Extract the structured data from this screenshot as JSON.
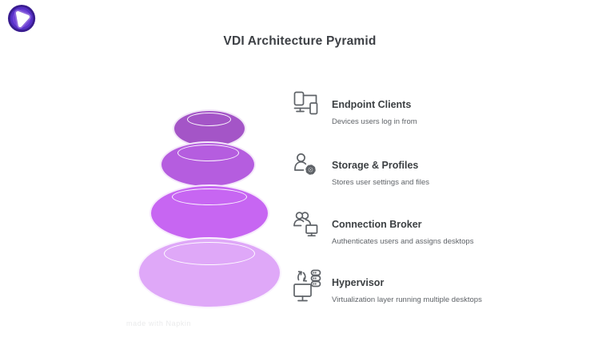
{
  "title": "VDI Architecture Pyramid",
  "logo": {
    "label": "Napkin logo"
  },
  "watermark": "made with Napkin",
  "pyramid": {
    "stones": [
      {
        "position": "top",
        "color": "#a455c7"
      },
      {
        "position": "upper-mid",
        "color": "#b55ddf"
      },
      {
        "position": "lower-mid",
        "color": "#c766f2"
      },
      {
        "position": "bottom",
        "color": "#dfa8f8"
      }
    ],
    "rim_color": "#ffffff"
  },
  "items": [
    {
      "icon": "endpoint-devices-icon",
      "title": "Endpoint Clients",
      "description": "Devices users log in from"
    },
    {
      "icon": "user-settings-icon",
      "title": "Storage & Profiles",
      "description": "Stores user settings and files"
    },
    {
      "icon": "users-desktop-icon",
      "title": "Connection Broker",
      "description": "Authenticates users and assigns desktops"
    },
    {
      "icon": "virtualization-icon",
      "title": "Hypervisor",
      "description": "Virtualization layer running multiple desktops"
    }
  ],
  "colors": {
    "page_background": "#ffffff",
    "title_text": "#3d4045",
    "item_title_text": "#3c4043",
    "item_description_text": "#5f6368",
    "icon_stroke": "#5f6368",
    "logo_outer": "#3a1d90",
    "logo_mid": "#5630c6",
    "logo_inner": "#6f42d6",
    "logo_glyph": "#ffffff"
  }
}
